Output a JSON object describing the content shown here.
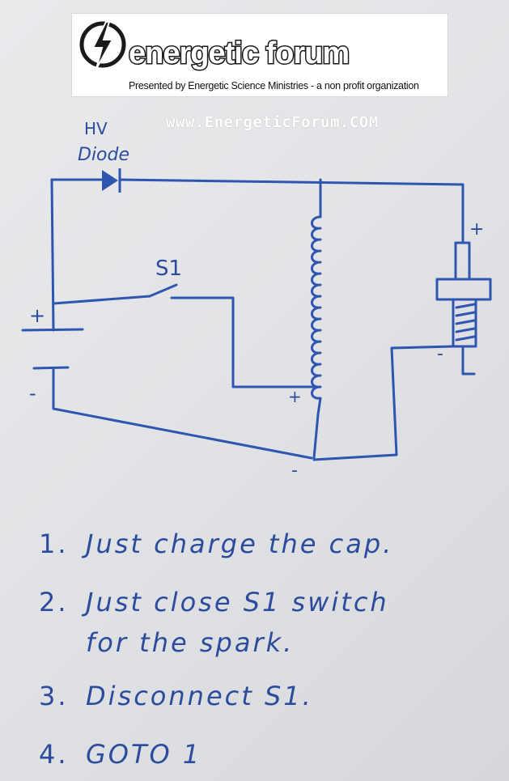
{
  "banner": {
    "brand": "energetic forum",
    "tagline": "Presented by Energetic Science Ministries - a non profit organization"
  },
  "site_url": "www.EnergeticForum.COM",
  "diagram": {
    "diode_label_line1": "HV",
    "diode_label_line2": "Diode",
    "switch_label": "S1",
    "battery_plus": "+",
    "battery_minus": "-",
    "coil_plus": "+",
    "coil_minus": "-",
    "cap_plus": "+",
    "cap_minus": "-"
  },
  "steps": [
    {
      "num": "1.",
      "text": "Just charge the cap."
    },
    {
      "num": "2.",
      "text": "Just close S1 switch"
    },
    {
      "num": "",
      "text": "for the spark."
    },
    {
      "num": "3.",
      "text": "Disconnect S1."
    },
    {
      "num": "4.",
      "text": "GOTO 1"
    }
  ],
  "colors": {
    "ink": "#2b4c9c",
    "paper": "#e4e5e8"
  }
}
